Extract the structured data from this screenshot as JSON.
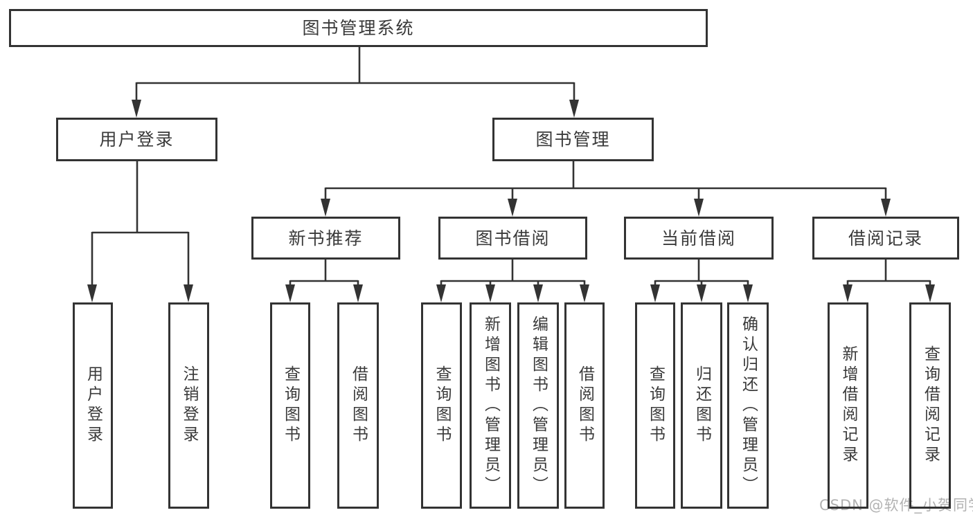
{
  "diagram": {
    "root": {
      "label": "图书管理系统"
    },
    "level2": [
      {
        "id": "user-login-branch",
        "label": "用户登录"
      },
      {
        "id": "book-management",
        "label": "图书管理"
      }
    ],
    "level3": [
      {
        "id": "new-book-recommendation",
        "label": "新书推荐",
        "parent": "图书管理"
      },
      {
        "id": "book-borrowing",
        "label": "图书借阅",
        "parent": "图书管理"
      },
      {
        "id": "current-borrowing",
        "label": "当前借阅",
        "parent": "图书管理"
      },
      {
        "id": "borrowing-records",
        "label": "借阅记录",
        "parent": "图书管理"
      }
    ],
    "leaves": [
      {
        "label": "用户登录",
        "parent": "用户登录"
      },
      {
        "label": "注销登录",
        "parent": "用户登录"
      },
      {
        "label": "查询图书",
        "parent": "新书推荐"
      },
      {
        "label": "借阅图书",
        "parent": "新书推荐"
      },
      {
        "label": "查询图书",
        "parent": "图书借阅"
      },
      {
        "label": "新增图书（管理员）",
        "parent": "图书借阅"
      },
      {
        "label": "编辑图书（管理员）",
        "parent": "图书借阅"
      },
      {
        "label": "借阅图书",
        "parent": "图书借阅"
      },
      {
        "label": "查询图书",
        "parent": "当前借阅"
      },
      {
        "label": "归还图书",
        "parent": "当前借阅"
      },
      {
        "label": "确认归还（管理员）",
        "parent": "当前借阅"
      },
      {
        "label": "新增借阅记录",
        "parent": "借阅记录"
      },
      {
        "label": "查询借阅记录",
        "parent": "借阅记录"
      }
    ]
  },
  "watermark": {
    "text": "CSDN @软件_小贺同学"
  },
  "colors": {
    "line": "#333333",
    "text": "#3a3a3a",
    "background": "#ffffff",
    "watermark": "#b2b2b2"
  }
}
